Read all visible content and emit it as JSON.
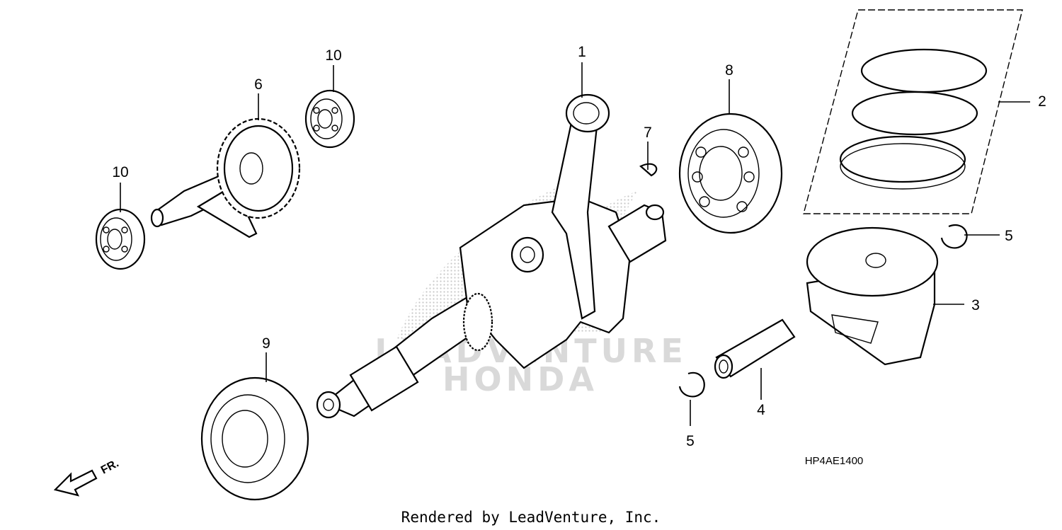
{
  "diagram": {
    "callouts": [
      {
        "id": "c1",
        "text": "1"
      },
      {
        "id": "c2",
        "text": "2"
      },
      {
        "id": "c3",
        "text": "3"
      },
      {
        "id": "c4",
        "text": "4"
      },
      {
        "id": "c5a",
        "text": "5"
      },
      {
        "id": "c5b",
        "text": "5"
      },
      {
        "id": "c6",
        "text": "6"
      },
      {
        "id": "c7",
        "text": "7"
      },
      {
        "id": "c8",
        "text": "8"
      },
      {
        "id": "c9",
        "text": "9"
      },
      {
        "id": "c10a",
        "text": "10"
      },
      {
        "id": "c10b",
        "text": "10"
      }
    ],
    "diagram_code": "HP4AE1400",
    "front_arrow_label": "FR.",
    "watermark_top": "LEADVENTURE",
    "watermark_bottom": "HONDA",
    "credit": "Rendered by LeadVenture, Inc."
  },
  "colors": {
    "line": "#000000",
    "background": "#ffffff",
    "watermark": "#d9d9d9"
  }
}
